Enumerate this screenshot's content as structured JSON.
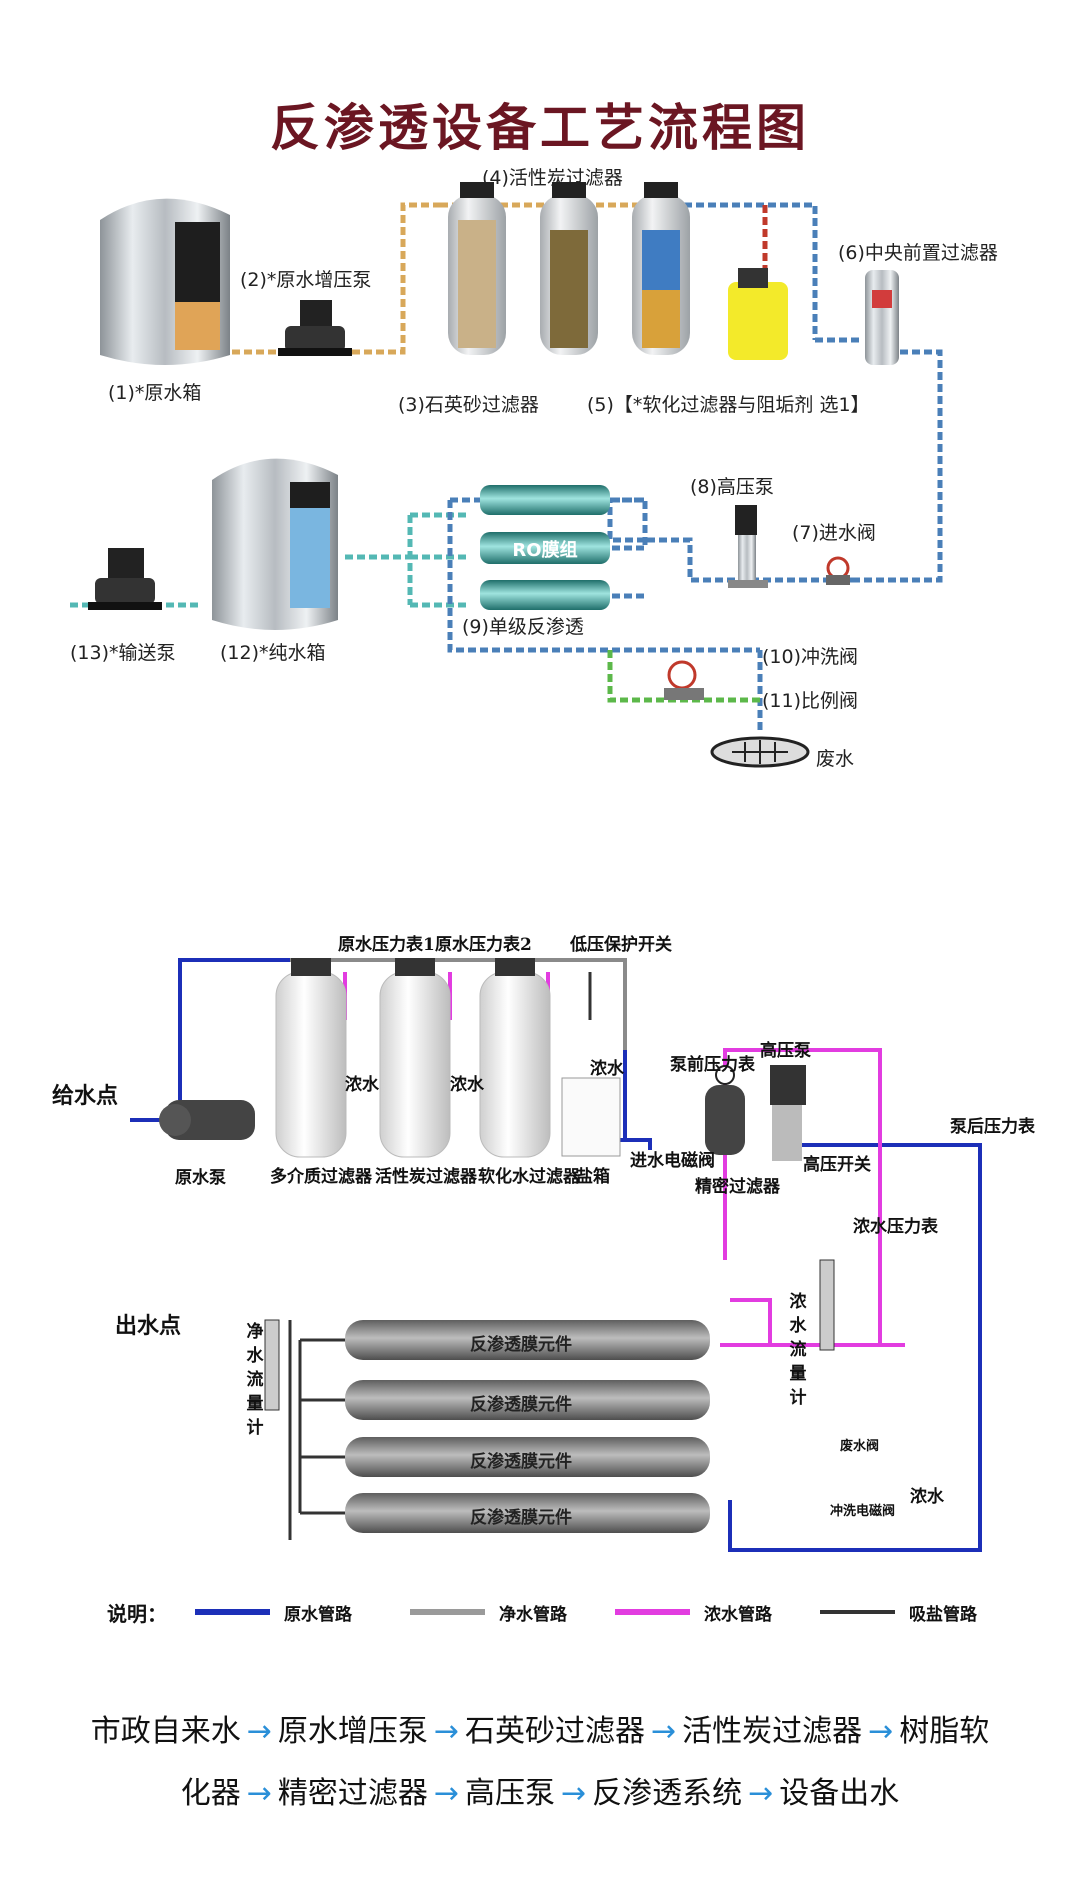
{
  "title": "反渗透设备工艺流程图",
  "top": {
    "labels": {
      "raw_tank": "(1)*原水箱",
      "booster_pump": "(2)*原水增压泵",
      "quartz_filter": "(3)石英砂过滤器",
      "carbon_filter": "(4)活性炭过滤器",
      "softener": "(5)【*软化过滤器与阻垢剂 选1】",
      "central_filter": "(6)中央前置过滤器",
      "inlet_valve": "(7)进水阀",
      "hp_pump": "(8)高压泵",
      "single_ro": "(9)单级反渗透",
      "flush_valve": "(10)冲洗阀",
      "ratio_valve": "(11)比例阀",
      "pure_tank": "(12)*纯水箱",
      "transfer_pump": "(13)*输送泵",
      "waste": "废水",
      "ro_group": "RO膜组"
    }
  },
  "bottom": {
    "labels": {
      "feed_point": "给水点",
      "raw_pump": "原水泵",
      "multi_filter": "多介质过滤器",
      "carbon_filter": "活性炭过滤器",
      "softener": "软化水过滤器",
      "salt_box": "盐箱",
      "gauge1": "原水压力表1",
      "gauge2": "原水压力表2",
      "low_switch": "低压保护开关",
      "conc1": "浓水",
      "conc2": "浓水",
      "conc3": "浓水",
      "pre_gauge": "泵前压力表",
      "hp_pump": "高压泵",
      "solenoid": "进水电磁阀",
      "precision": "精密过滤器",
      "hp_switch": "高压开关",
      "post_gauge": "泵后压力表",
      "outlet": "出水点",
      "pure_flow": "净水流量计",
      "conc_gauge": "浓水压力表",
      "conc_flow": "浓水流量计",
      "waste_valve": "废水阀",
      "flush_valve": "冲洗电磁阀",
      "conc_out": "浓水",
      "membranes": [
        "反渗透膜元件",
        "反渗透膜元件",
        "反渗透膜元件",
        "反渗透膜元件"
      ]
    },
    "legend": {
      "title": "说明：",
      "items": [
        {
          "label": "原水管路",
          "color": "#1c2fb8"
        },
        {
          "label": "净水管路",
          "color": "#9a9a9a"
        },
        {
          "label": "浓水管路",
          "color": "#e23ce0"
        },
        {
          "label": "吸盐管路",
          "color": "#333333"
        }
      ]
    }
  },
  "flow": {
    "line1": [
      "市政自来水",
      "原水增压泵",
      "石英砂过滤器",
      "活性炭过滤器",
      "树脂软"
    ],
    "line2": [
      "化器",
      "精密过滤器",
      "高压泵",
      "反渗透系统",
      "设备出水"
    ],
    "arrow": "→"
  }
}
